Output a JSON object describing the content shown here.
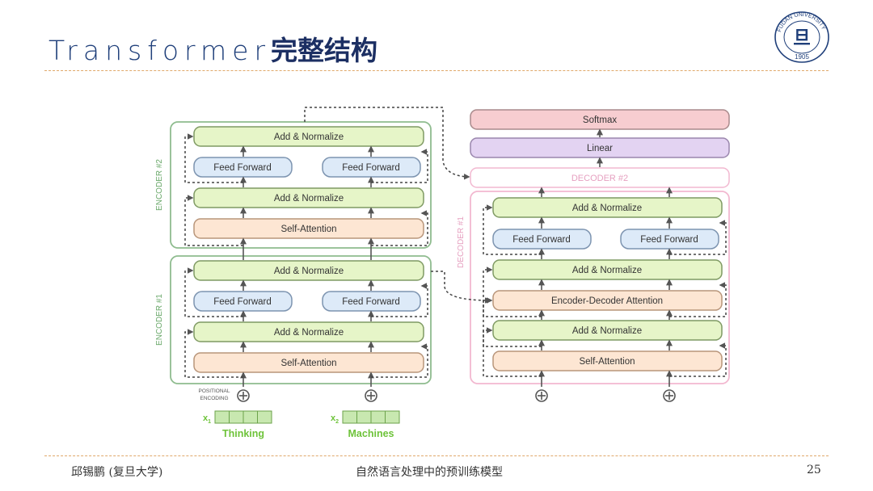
{
  "slide": {
    "title_latin": "Transformer",
    "title_cjk": "完整结构",
    "author": "邱锡鹏 (复旦大学)",
    "course": "自然语言处理中的预训练模型",
    "page_number": "25"
  },
  "logo": {
    "text": "FUDAN UNIVERSITY",
    "year": "1905",
    "glyph": "旦"
  },
  "diagram": {
    "encoder2_label": "ENCODER #2",
    "encoder1_label": "ENCODER #1",
    "decoder1_label": "DECODER #1",
    "decoder2_label": "DECODER #2",
    "add_norm": "Add & Normalize",
    "feed_forward": "Feed Forward",
    "self_attention": "Self-Attention",
    "enc_dec_attention": "Encoder-Decoder Attention",
    "softmax": "Softmax",
    "linear": "Linear",
    "positional_1": "POSITIONAL",
    "positional_2": "ENCODING",
    "x1": "x",
    "x1_sub": "1",
    "x2": "x",
    "x2_sub": "2",
    "word1": "Thinking",
    "word2": "Machines"
  },
  "colors": {
    "title": "#1f3f7a",
    "rule": "#e0a86a",
    "encoder_border": "#8fbc8f",
    "decoder_border": "#f2b8d0",
    "add_norm_fill": "#e6f5c8",
    "add_norm_border": "#7f9a63",
    "ff_fill": "#ddeaf8",
    "ff_border": "#7d94b0",
    "sa_fill": "#fde6d3",
    "sa_border": "#b8957a",
    "softmax_fill": "#f7cdd0",
    "linear_fill": "#e3d3f2",
    "word_green": "#6ec33a"
  }
}
